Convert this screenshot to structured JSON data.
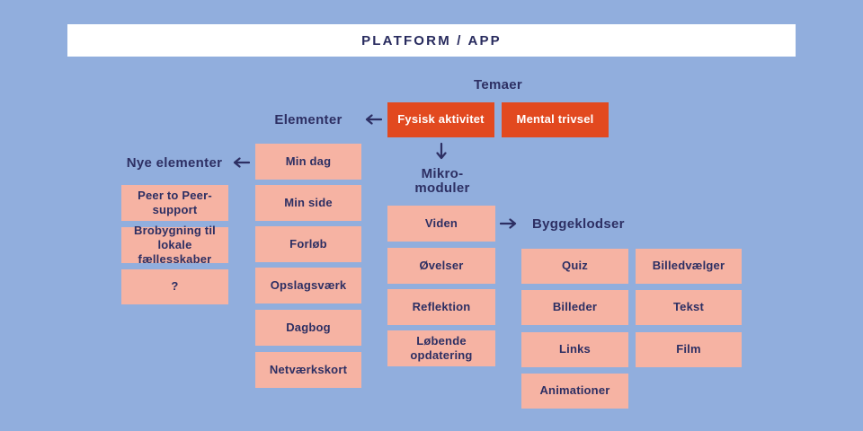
{
  "header": {
    "title": "PLATFORM / APP"
  },
  "labels": {
    "temaer": "Temaer",
    "elementer": "Elementer",
    "nye_elementer": "Nye elementer",
    "mikro_moduler": "Mikro-\nmoduler",
    "byggeklodser": "Byggeklodser"
  },
  "icons": {
    "arrow_left_to_elementer": "←",
    "arrow_left_to_nye_elementer": "←",
    "arrow_down_to_mikro_moduler": "↓",
    "arrow_right_to_byggeklodser": "→"
  },
  "temaer_boxes": [
    "Fysisk aktivitet",
    "Mental trivsel"
  ],
  "nye_elementer_boxes": [
    "Peer to Peer-\nsupport",
    "Brobygning til\nlokale fællesskaber",
    "?"
  ],
  "elementer_boxes": [
    "Min dag",
    "Min side",
    "Forløb",
    "Opslagsværk",
    "Dagbog",
    "Netværkskort"
  ],
  "mikro_moduler_boxes": [
    "Viden",
    "Øvelser",
    "Reflektion",
    "Løbende\nopdatering"
  ],
  "byggeklodser_boxes": [
    "Quiz",
    "Billedvælger",
    "Billeder",
    "Tekst",
    "Links",
    "Film",
    "Animationer"
  ],
  "colors": {
    "background": "#91aedd",
    "header_bg": "#ffffff",
    "accent_orange": "#e2491f",
    "box_pink": "#f6b3a3",
    "text_navy": "#2d2f63",
    "text_on_orange": "#ffffff"
  }
}
